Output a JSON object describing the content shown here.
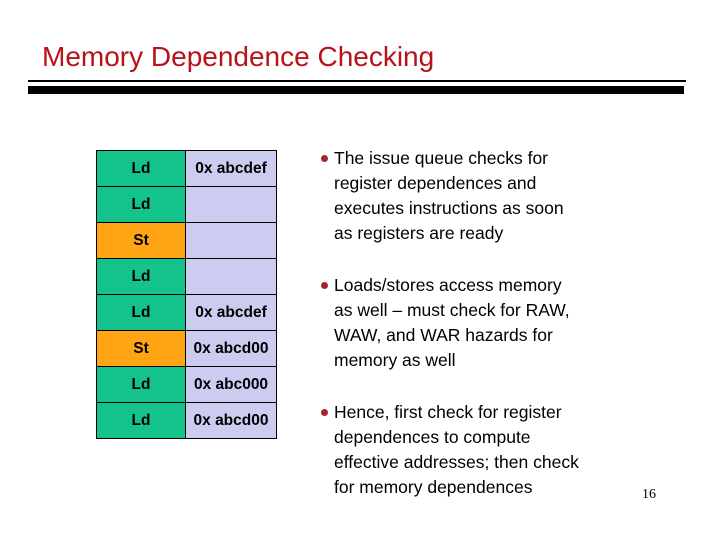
{
  "slide": {
    "title": "Memory Dependence Checking",
    "page_number": "16",
    "colors": {
      "title": "#b8121a",
      "rule": "#000000",
      "load_cell": "#14c38c",
      "store_cell": "#ffa412",
      "address_cell": "#ccccf0",
      "bullet_dot": "#a0282c"
    }
  },
  "memory_table": {
    "rows": [
      {
        "op": "Ld",
        "kind": "load",
        "address": "0x abcdef"
      },
      {
        "op": "Ld",
        "kind": "load",
        "address": ""
      },
      {
        "op": "St",
        "kind": "store",
        "address": ""
      },
      {
        "op": "Ld",
        "kind": "load",
        "address": ""
      },
      {
        "op": "Ld",
        "kind": "load",
        "address": "0x abcdef"
      },
      {
        "op": "St",
        "kind": "store",
        "address": "0x abcd00"
      },
      {
        "op": "Ld",
        "kind": "load",
        "address": "0x abc000"
      },
      {
        "op": "Ld",
        "kind": "load",
        "address": "0x abcd00"
      }
    ]
  },
  "bullets": [
    {
      "lines": [
        "The issue queue checks for",
        "register dependences and",
        "executes instructions as soon",
        "as registers are ready"
      ]
    },
    {
      "lines": [
        "Loads/stores access memory",
        "as well – must check for RAW,",
        "WAW, and WAR hazards for",
        "memory as well"
      ]
    },
    {
      "lines": [
        "Hence, first check for register",
        "dependences to compute",
        "effective addresses; then check",
        "for memory dependences"
      ]
    }
  ]
}
